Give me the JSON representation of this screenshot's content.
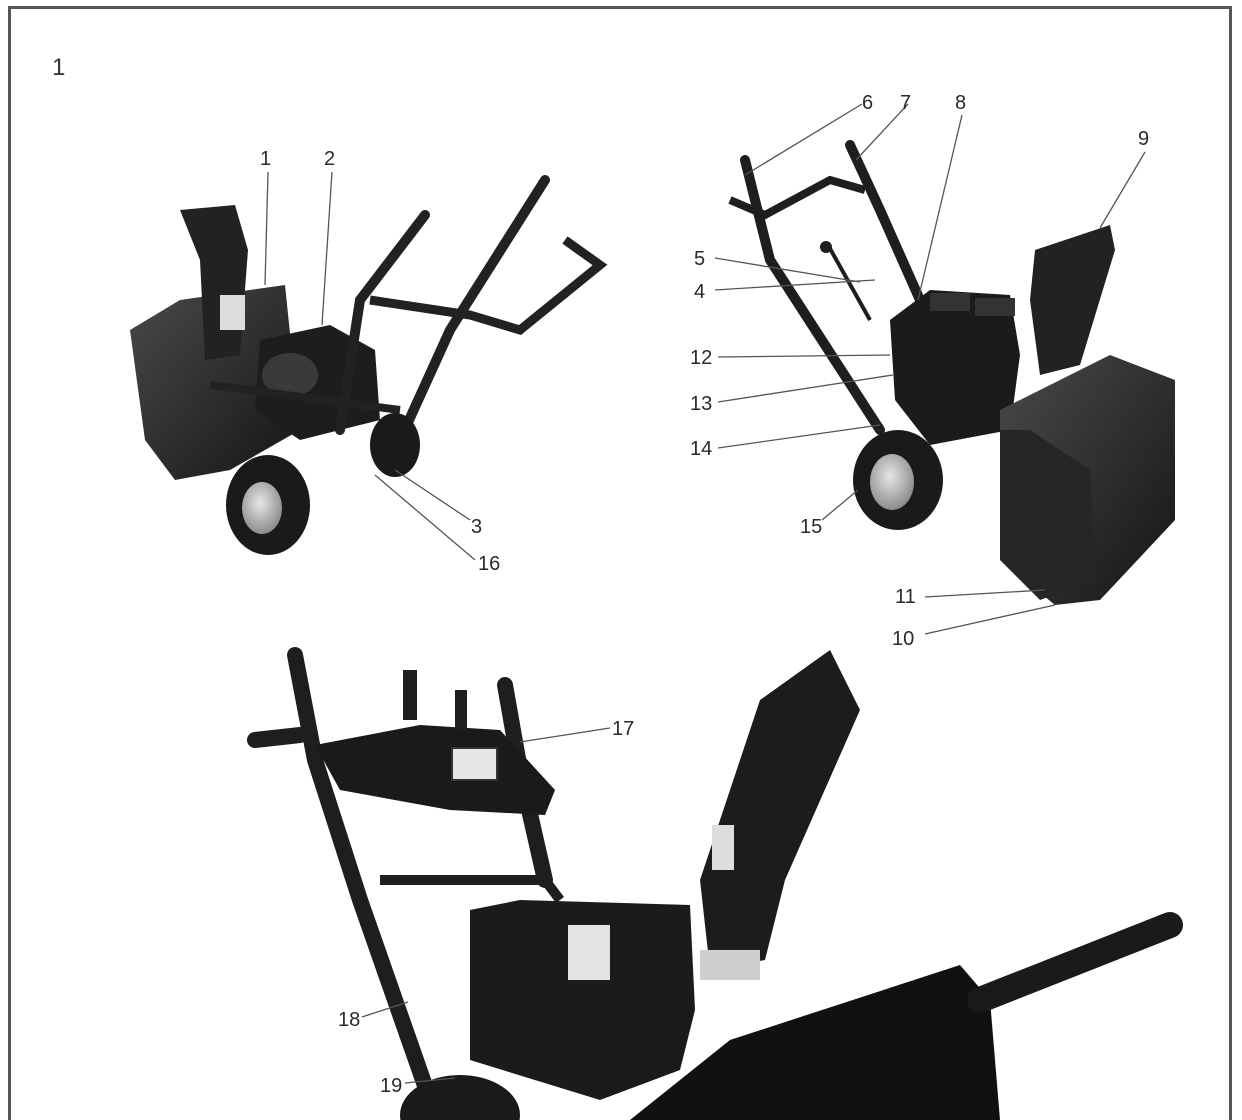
{
  "figure": {
    "number": "1",
    "callouts": [
      "1",
      "2",
      "3",
      "4",
      "5",
      "6",
      "7",
      "8",
      "9",
      "10",
      "11",
      "12",
      "13",
      "14",
      "15",
      "16",
      "17",
      "18",
      "19"
    ]
  },
  "colors": {
    "machine_body": "#2b2b2b",
    "machine_dark": "#1a1a1a",
    "wheel_hub": "#b9b9b9",
    "leader_line": "#555555"
  }
}
